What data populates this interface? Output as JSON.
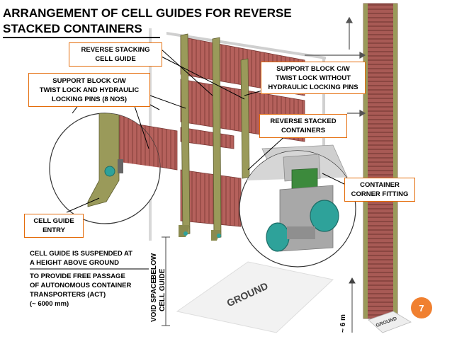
{
  "title": {
    "line1": "ARRANGEMENT OF CELL GUIDES FOR REVERSE",
    "line2": "STACKED CONTAINERS"
  },
  "callouts": {
    "reverse_stacking_cell_guide": [
      "REVERSE STACKING",
      "CELL GUIDE"
    ],
    "support_block_hydraulic": [
      "SUPPORT BLOCK C/W",
      "TWIST LOCK AND HYDRAULIC",
      "LOCKING PINS (8 NOS)"
    ],
    "support_block_no_hydraulic": [
      "SUPPORT BLOCK C/W",
      "TWIST LOCK WITHOUT",
      "HYDRAULIC LOCKING PINS"
    ],
    "reverse_stacked_containers": [
      "REVERSE STACKED",
      "CONTAINERS"
    ],
    "container_corner_fitting": [
      "CONTAINER",
      "CORNER FITTING"
    ],
    "cell_guide_entry": [
      "CELL GUIDE",
      "ENTRY"
    ]
  },
  "notes": {
    "suspended": [
      "CELL GUIDE IS SUSPENDED AT",
      "A HEIGHT ABOVE GROUND"
    ],
    "passage": [
      "TO PROVIDE FREE PASSAGE",
      "OF AUTONOMOUS CONTAINER",
      "TRANSPORTERS (ACT)",
      "(~ 6000 mm)"
    ]
  },
  "vertical_labels": {
    "void_space": "VOID SPACE",
    "below": "BELOW",
    "cell_guide": "CELL GUIDE",
    "height": "~ 6 m"
  },
  "ground_labels": {
    "main": "GROUND",
    "small": "GROUND"
  },
  "page_number": "7",
  "colors": {
    "container": "#b5615c",
    "container_dark": "#8e4440",
    "cell_guide": "#9a9a5a",
    "callout_border": "#e46c0a",
    "page_badge": "#f08030",
    "teal": "#2ea29a",
    "green_block": "#3c8a3c"
  }
}
